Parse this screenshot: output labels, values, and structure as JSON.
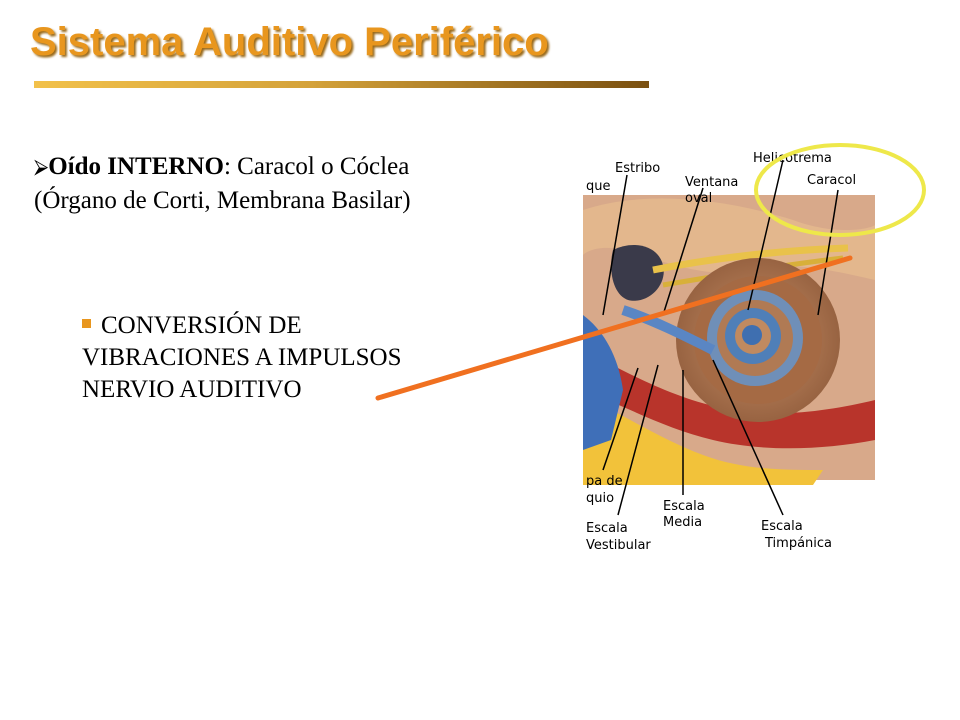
{
  "title": "Sistema Auditivo Periférico",
  "main": {
    "bullet_glyph": "⮚",
    "label_bold": "Oído INTERNO",
    "colon": ":",
    "label_rest": " Caracol o Cóclea",
    "line2": "(Órgano de Corti, Membrana Basilar)"
  },
  "sub_bullet": {
    "line1": "CONVERSIÓN DE",
    "line2": "VIBRACIONES A IMPULSOS",
    "line3": "NERVIO AUDITIVO"
  },
  "figure_labels": {
    "estribo": "Estribo",
    "helicotrema": "Helicotrema",
    "caracol": "Caracol",
    "ventana_1": "Ventana",
    "ventana_2": "oval",
    "left_top": "que",
    "left_bottom_1": "pa de",
    "left_bottom_2": "quio",
    "escala_vestibular_1": "Escala",
    "escala_vestibular_2": "Vestibular",
    "escala_media_1": "Escala",
    "escala_media_2": "Media",
    "escala_timpanica_1": "Escala",
    "escala_timpanica_2": "Timpánica"
  },
  "colors": {
    "title": "#E8961E",
    "arrow": "#F07020",
    "highlight_ellipse": "#EEE84A"
  }
}
